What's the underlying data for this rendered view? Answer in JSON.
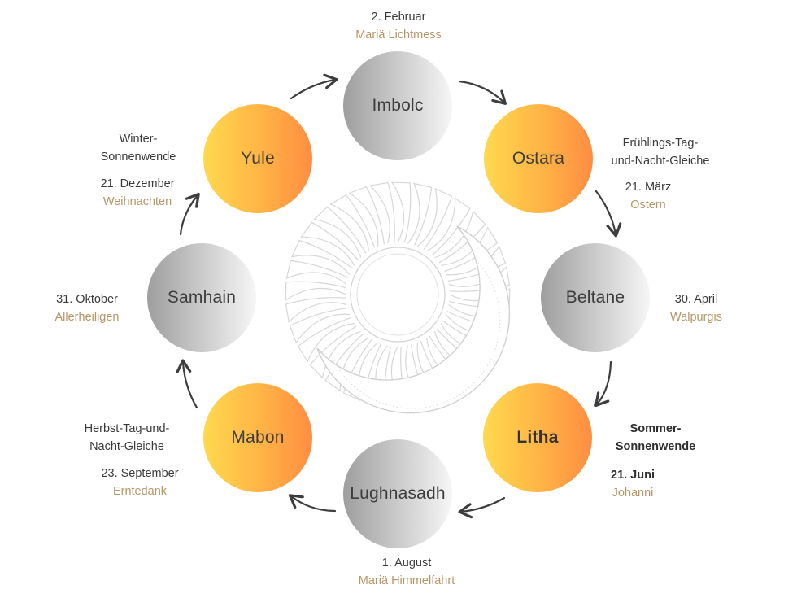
{
  "festivals": {
    "imbolc": {
      "name": "Imbolc",
      "date": "2. Februar",
      "holiday": "Mariä Lichtmess"
    },
    "ostara": {
      "name": "Ostara",
      "event_line1": "Frühlings-Tag-",
      "event_line2": "und-Nacht-Gleiche",
      "date": "21. März",
      "holiday": "Ostern"
    },
    "beltane": {
      "name": "Beltane",
      "date": "30. April",
      "holiday": "Walpurgis"
    },
    "litha": {
      "name": "Litha",
      "event_line1": "Sommer-",
      "event_line2": "Sonnenwende",
      "date": "21. Juni",
      "holiday": "Johanni"
    },
    "lughnasadh": {
      "name": "Lughnasadh",
      "date": "1. August",
      "holiday": "Mariä Himmelfahrt"
    },
    "mabon": {
      "name": "Mabon",
      "event_line1": "Herbst-Tag-und-",
      "event_line2": "Nacht-Gleiche",
      "date": "23. September",
      "holiday": "Erntedank"
    },
    "samhain": {
      "name": "Samhain",
      "date": "31. Oktober",
      "holiday": "Allerheiligen"
    },
    "yule": {
      "name": "Yule",
      "event_line1": "Winter-",
      "event_line2": "Sonnenwende",
      "date": "21. Dezember",
      "holiday": "Weihnachten"
    }
  },
  "colors": {
    "sun_gradient_start": "#ffd94f",
    "sun_gradient_end": "#ff8d43",
    "grey_gradient_start": "#9e9e9e",
    "grey_gradient_end": "#f6f6f6",
    "holiday_text": "#b69566",
    "arrow": "#3d3d3d",
    "ornament": "#d4d4d4"
  }
}
